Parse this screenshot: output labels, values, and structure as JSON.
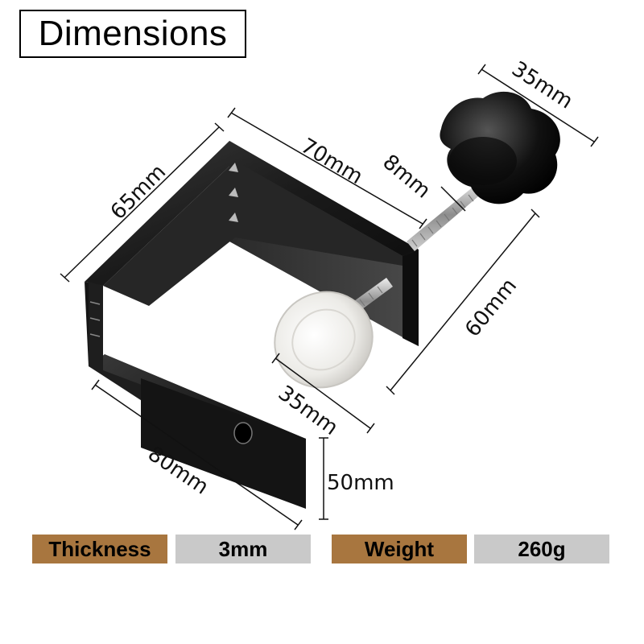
{
  "title": "Dimensions",
  "dimensions": {
    "knob_width": "35mm",
    "top_arm_length": "70mm",
    "screw_diameter": "8mm",
    "side_height": "65mm",
    "screw_height": "60mm",
    "pad_diameter": "35mm",
    "bottom_length": "80mm",
    "flange_height": "50mm"
  },
  "specs": {
    "thickness_label": "Thickness",
    "thickness_value": "3mm",
    "weight_label": "Weight",
    "weight_value": "260g"
  },
  "colors": {
    "label_bg": "#a8763f",
    "value_bg": "#c9c9c9",
    "bracket": "#1c1c1c"
  }
}
